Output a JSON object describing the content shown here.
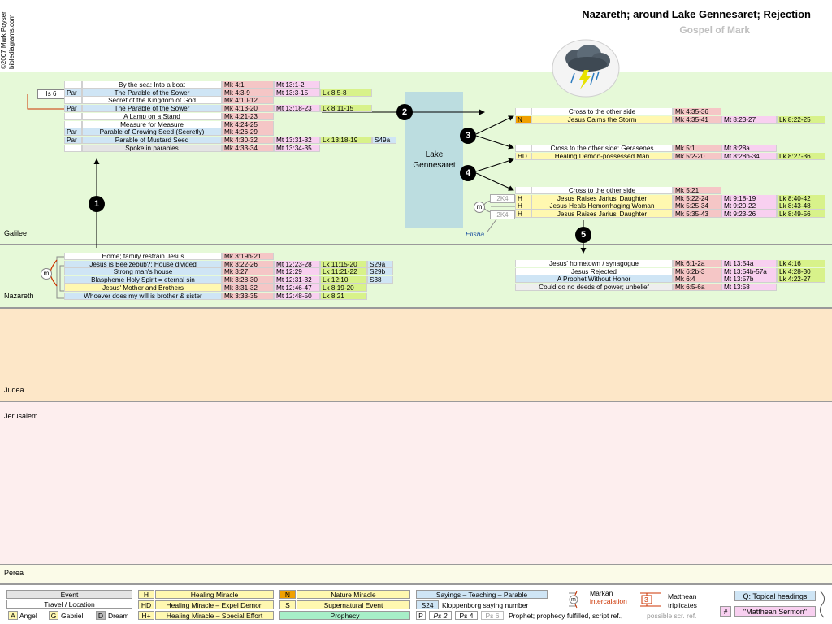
{
  "header": {
    "title": "Nazareth; around Lake Gennesaret; Rejection",
    "subtitle": "Gospel of Mark",
    "copyright": "©2007 Mark Poyser",
    "site": "biblediagrams.com"
  },
  "regions": {
    "galilee": "Galilee",
    "nazareth": "Nazareth",
    "judea": "Judea",
    "jerusalem": "Jerusalem",
    "perea": "Perea"
  },
  "lake": {
    "line1": "Lake",
    "line2": "Gennesaret"
  },
  "elisha": "Elisha",
  "markers": [
    "1",
    "2",
    "3",
    "4",
    "5"
  ],
  "side_tags": {
    "is6": "Is 6",
    "m": "m",
    "k24a": "2K4",
    "k24b": "2K4"
  },
  "parables": [
    {
      "tag": "",
      "ev": "By the sea: Into a boat",
      "mk": "Mk 4:1",
      "mt": "Mt 13:1-2",
      "lk": "",
      "sx": ""
    },
    {
      "tag": "Par",
      "ev": "The Parable of the Sower",
      "mk": "Mk 4:3-9",
      "mt": "Mt 13:3-15",
      "lk": "Lk 8:5-8",
      "sx": ""
    },
    {
      "tag": "",
      "ev": "Secret of the Kingdom of God",
      "mk": "Mk 4:10-12",
      "mt": "",
      "lk": "",
      "sx": ""
    },
    {
      "tag": "Par",
      "ev": "The Parable of the Sower",
      "mk": "Mk 4:13-20",
      "mt": "Mt 13:18-23",
      "lk": "Lk 8:11-15",
      "sx": ""
    },
    {
      "tag": "",
      "ev": "A Lamp on a Stand",
      "mk": "Mk 4:21-23",
      "mt": "",
      "lk": "",
      "sx": ""
    },
    {
      "tag": "",
      "ev": "Measure for Measure",
      "mk": "Mk 4:24-25",
      "mt": "",
      "lk": "",
      "sx": ""
    },
    {
      "tag": "Par",
      "ev": "Parable of Growing Seed (Secretly)",
      "mk": "Mk 4:26-29",
      "mt": "",
      "lk": "",
      "sx": ""
    },
    {
      "tag": "Par",
      "ev": "Parable of Mustard Seed",
      "mk": "Mk 4:30-32",
      "mt": "Mt 13:31-32",
      "lk": "Lk 13:18-19",
      "sx": "S49a"
    },
    {
      "tag": "",
      "ev": "Spoke in parables",
      "mk": "Mk 4:33-34",
      "mt": "Mt 13:34-35",
      "lk": "",
      "sx": ""
    }
  ],
  "nazareth_rows": [
    {
      "ev": "Home; family restrain Jesus",
      "mk": "Mk 3:19b-21",
      "mt": "",
      "lk": "",
      "sx": ""
    },
    {
      "ev": "Jesus is Beelzebub?: House divided",
      "mk": "Mk 3:22-26",
      "mt": "Mt 12:23-28",
      "lk": "Lk 11:15-20",
      "sx": "S29a"
    },
    {
      "ev": "Strong man's house",
      "mk": "Mk 3:27",
      "mt": "Mt 12:29",
      "lk": "Lk 11:21-22",
      "sx": "S29b"
    },
    {
      "ev": "Blaspheme Holy Spirit = eternal sin",
      "mk": "Mk 3:28-30",
      "mt": "Mt 12:31-32",
      "lk": "Lk 12:10",
      "sx": "S38"
    },
    {
      "ev": "Jesus' Mother and Brothers",
      "mk": "Mk 3:31-32",
      "mt": "Mt 12:46-47",
      "lk": "Lk 8:19-20",
      "sx": ""
    },
    {
      "ev": "Whoever does my will is brother & sister",
      "mk": "Mk 3:33-35",
      "mt": "Mt 12:48-50",
      "lk": "Lk 8:21",
      "sx": ""
    }
  ],
  "storm": [
    {
      "tag": "",
      "ev": "Cross to the other side",
      "mk": "Mk 4:35-36",
      "mt": "",
      "lk": ""
    },
    {
      "tag": "N",
      "ev": "Jesus Calms the Storm",
      "mk": "Mk 4:35-41",
      "mt": "Mt 8:23-27",
      "lk": "Lk 8:22-25"
    }
  ],
  "gerasenes": [
    {
      "tag": "",
      "ev": "Cross to the other side: Gerasenes",
      "mk": "Mk 5:1",
      "mt": "Mt 8:28a",
      "lk": ""
    },
    {
      "tag": "HD",
      "ev": "Healing Demon-possessed Man",
      "mk": "Mk 5:2-20",
      "mt": "Mt 8:28b-34",
      "lk": "Lk 8:27-36"
    }
  ],
  "jairus": [
    {
      "tag": "",
      "ev": "Cross to the other side",
      "mk": "Mk 5:21",
      "mt": "",
      "lk": ""
    },
    {
      "tag": "H",
      "ev": "Jesus Raises Jarius' Daughter",
      "mk": "Mk 5:22-24",
      "mt": "Mt 9:18-19",
      "lk": "Lk 8:40-42"
    },
    {
      "tag": "H",
      "ev": "Jesus Heals Hemorrhaging Woman",
      "mk": "Mk 5:25-34",
      "mt": "Mt 9:20-22",
      "lk": "Lk 8:43-48"
    },
    {
      "tag": "H",
      "ev": "Jesus Raises Jarius' Daughter",
      "mk": "Mk 5:35-43",
      "mt": "Mt 9:23-26",
      "lk": "Lk 8:49-56"
    }
  ],
  "rejection": [
    {
      "ev": "Jesus' hometown / synagogue",
      "mk": "Mk 6:1-2a",
      "mt": "Mt 13:54a",
      "lk": "Lk 4:16"
    },
    {
      "ev": "Jesus Rejected",
      "mk": "Mk 6:2b-3",
      "mt": "Mt 13:54b-57a",
      "lk": "Lk 4:28-30"
    },
    {
      "ev": "A Prophet Without Honor",
      "mk": "Mk 6:4",
      "mt": "Mt 13:57b",
      "lk": "Lk 4:22-27"
    },
    {
      "ev": "Could do no deeds of power; unbelief",
      "mk": "Mk 6:5-6a",
      "mt": "Mt 13:58",
      "lk": ""
    }
  ],
  "legend": {
    "event": "Event",
    "travel": "Travel / Location",
    "angel": "Angel",
    "angel_box": "A",
    "gabriel": "Gabriel",
    "gabriel_box": "G",
    "dream": "Dream",
    "dream_box": "D",
    "h_box": "H",
    "healing": "Healing Miracle",
    "hd_box": "HD",
    "healing_demon": "Healing Miracle – Expel Demon",
    "hp_box": "H+",
    "healing_special": "Healing Miracle – Special Effort",
    "n_box": "N",
    "nature": "Nature Miracle",
    "s_box": "S",
    "supernatural": "Supernatural Event",
    "prophecy": "Prophecy",
    "sayings": "Sayings – Teaching – Parable",
    "s24": "S24",
    "kloppenborg": "Kloppenborg saying number",
    "p": "P",
    "ps2": "Ps 2",
    "ps4": "Ps 4",
    "ps6": "Ps 6",
    "prophet_text": "Prophet; prophecy fulfilled, script ref.,",
    "possible": "possible scr. ref.",
    "m_box": "m",
    "markan": "Markan",
    "intercalation": "intercalation",
    "three_box": "3",
    "matthean": "Matthean",
    "triplicates": "triplicates",
    "topical": "Q: Topical headings",
    "hash": "#",
    "sermon": "\"Matthean Sermon\""
  },
  "colors": {
    "galilee_bg": "#e6f9d8",
    "nazareth_bg": "#e6f9d8",
    "judea_bg": "#fde7c8",
    "jerusalem_bg": "#fdeeee",
    "perea_bg": "#fbfbe8",
    "lake": "#bcdde0",
    "mark": "#f5c6c6",
    "matthew": "#f8d0f0",
    "luke": "#d8f28a",
    "saying": "#cfe5f5",
    "healing": "#fff8b0",
    "nature": "#f0a000",
    "prophecy": "#a7efc8",
    "intercalation": "#cc3300"
  }
}
